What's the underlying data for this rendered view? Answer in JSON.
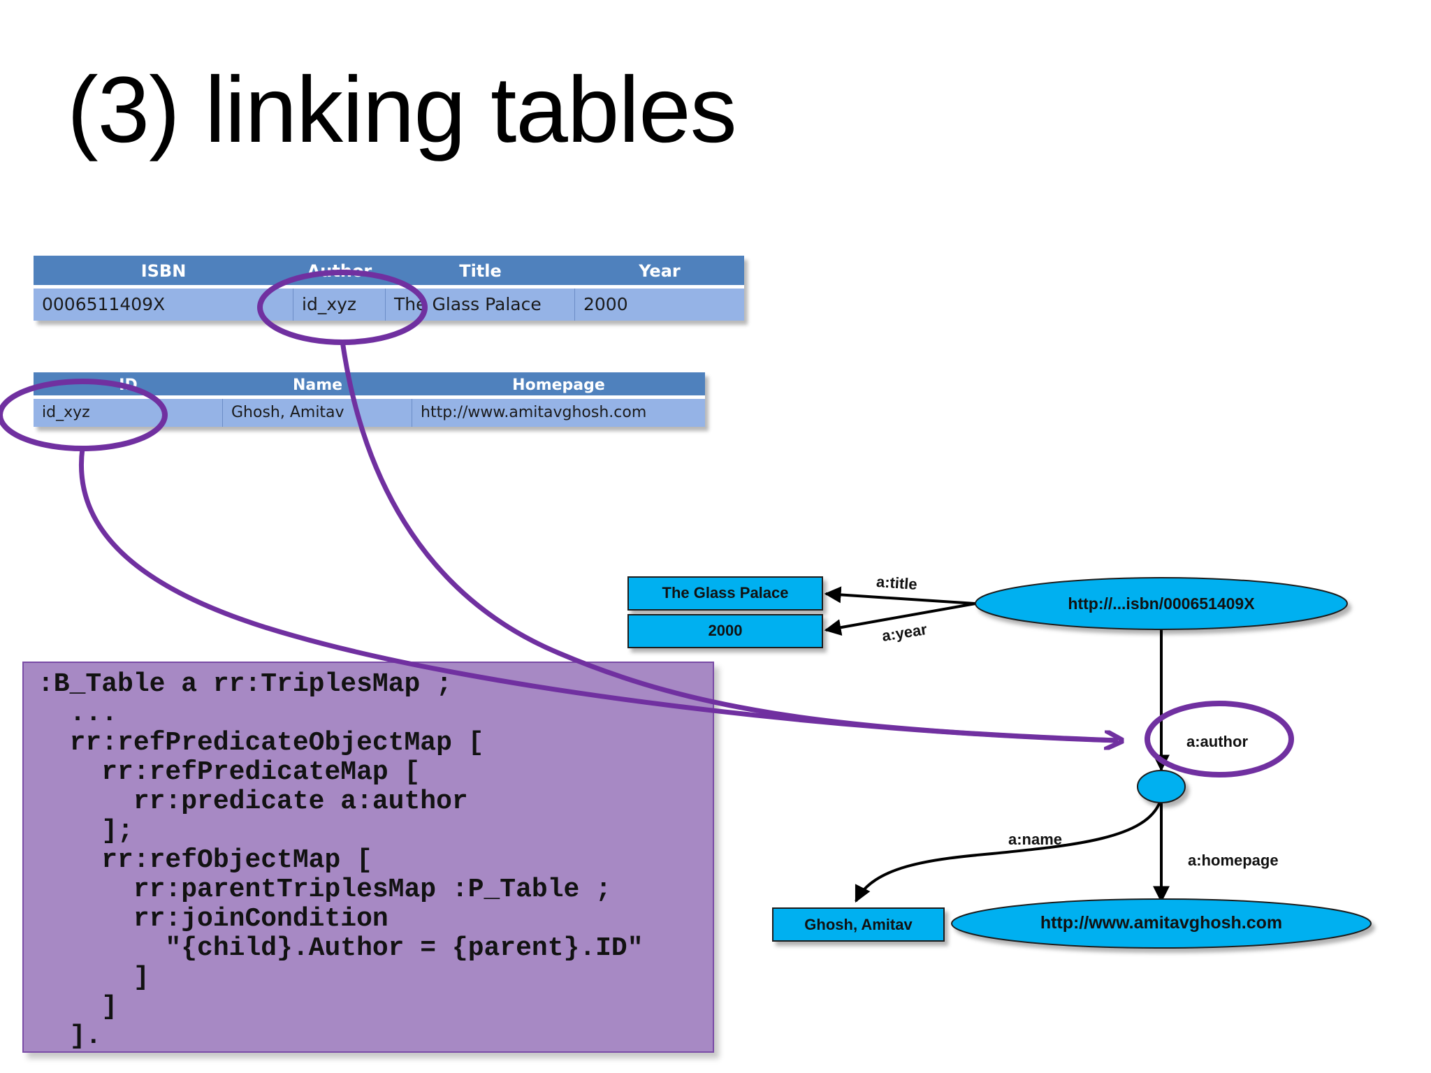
{
  "slide": {
    "title": "(3) linking tables"
  },
  "book_table": {
    "headers": [
      "ISBN",
      "Author",
      "Title",
      "Year"
    ],
    "row": [
      "0006511409X",
      "id_xyz",
      "The Glass Palace",
      "2000"
    ]
  },
  "person_table": {
    "headers": [
      "ID",
      "Name",
      "Homepage"
    ],
    "row": [
      "id_xyz",
      "Ghosh, Amitav",
      "http://www.amitavghosh.com"
    ]
  },
  "code": {
    "lines": [
      ":B_Table a rr:TriplesMap ;",
      "  ...",
      "  rr:refPredicateObjectMap [",
      "    rr:refPredicateMap [",
      "      rr:predicate a:author",
      "    ];",
      "    rr:refObjectMap [",
      "      rr:parentTriplesMap :P_Table ;",
      "      rr:joinCondition",
      "        \"{child}.Author = {parent}.ID\"",
      "      ]",
      "    ]",
      "  ]."
    ]
  },
  "graph": {
    "nodes": {
      "book_uri": "http://...isbn/000651409X",
      "title_literal": "The Glass Palace",
      "year_literal": "2000",
      "name_literal": "Ghosh, Amitav",
      "homepage_uri": "http://www.amitavghosh.com"
    },
    "edges": {
      "title": "a:title",
      "year": "a:year",
      "author": "a:author",
      "name": "a:name",
      "homepage": "a:homepage"
    }
  },
  "colors": {
    "table_header": "#4f81bd",
    "table_row": "#95b3e6",
    "node_fill": "#00b0f0",
    "highlight": "#7030a0",
    "code_box": "#a789c4"
  }
}
